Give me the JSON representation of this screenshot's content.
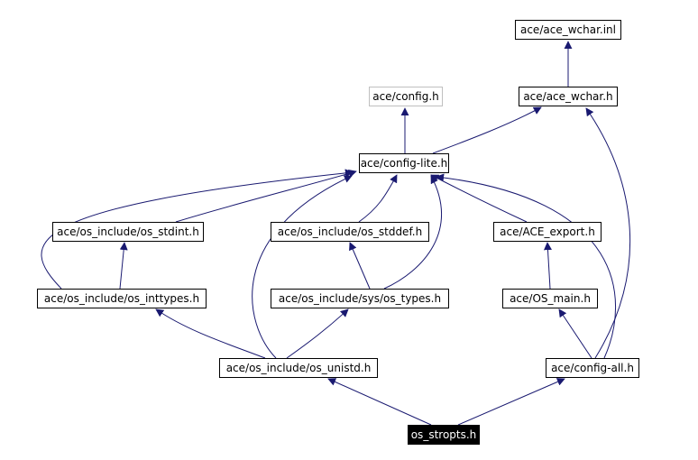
{
  "colors": {
    "edge": "#191970",
    "node_border": "#000000",
    "faded_border": "#bfbfbf",
    "current_fill": "#000000",
    "current_text": "#ffffff"
  },
  "nodes": [
    {
      "id": "ace_wchar_inl",
      "label": "ace/ace_wchar.inl",
      "kind": "normal"
    },
    {
      "id": "config_h",
      "label": "ace/config.h",
      "kind": "faded"
    },
    {
      "id": "ace_wchar_h",
      "label": "ace/ace_wchar.h",
      "kind": "normal"
    },
    {
      "id": "config_lite",
      "label": "ace/config-lite.h",
      "kind": "normal"
    },
    {
      "id": "os_stdint",
      "label": "ace/os_include/os_stdint.h",
      "kind": "normal"
    },
    {
      "id": "os_stddef",
      "label": "ace/os_include/os_stddef.h",
      "kind": "normal"
    },
    {
      "id": "ace_export",
      "label": "ace/ACE_export.h",
      "kind": "normal"
    },
    {
      "id": "os_inttypes",
      "label": "ace/os_include/os_inttypes.h",
      "kind": "normal"
    },
    {
      "id": "sys_os_types",
      "label": "ace/os_include/sys/os_types.h",
      "kind": "normal"
    },
    {
      "id": "os_main",
      "label": "ace/OS_main.h",
      "kind": "normal"
    },
    {
      "id": "os_unistd",
      "label": "ace/os_include/os_unistd.h",
      "kind": "normal"
    },
    {
      "id": "config_all",
      "label": "ace/config-all.h",
      "kind": "normal"
    },
    {
      "id": "os_stropts",
      "label": "os_stropts.h",
      "kind": "current"
    }
  ],
  "edges": [
    {
      "from": "os_stropts",
      "to": "os_unistd"
    },
    {
      "from": "os_stropts",
      "to": "config_all"
    },
    {
      "from": "os_unistd",
      "to": "os_inttypes"
    },
    {
      "from": "os_unistd",
      "to": "sys_os_types"
    },
    {
      "from": "os_unistd",
      "to": "config_lite"
    },
    {
      "from": "config_all",
      "to": "os_main"
    },
    {
      "from": "config_all",
      "to": "config_lite"
    },
    {
      "from": "config_all",
      "to": "ace_wchar_h"
    },
    {
      "from": "os_inttypes",
      "to": "os_stdint"
    },
    {
      "from": "os_inttypes",
      "to": "config_lite"
    },
    {
      "from": "sys_os_types",
      "to": "os_stddef"
    },
    {
      "from": "sys_os_types",
      "to": "config_lite"
    },
    {
      "from": "os_main",
      "to": "ace_export"
    },
    {
      "from": "os_stdint",
      "to": "config_lite"
    },
    {
      "from": "os_stddef",
      "to": "config_lite"
    },
    {
      "from": "ace_export",
      "to": "config_lite"
    },
    {
      "from": "config_lite",
      "to": "config_h"
    },
    {
      "from": "config_lite",
      "to": "ace_wchar_h"
    },
    {
      "from": "ace_wchar_h",
      "to": "ace_wchar_inl"
    }
  ]
}
